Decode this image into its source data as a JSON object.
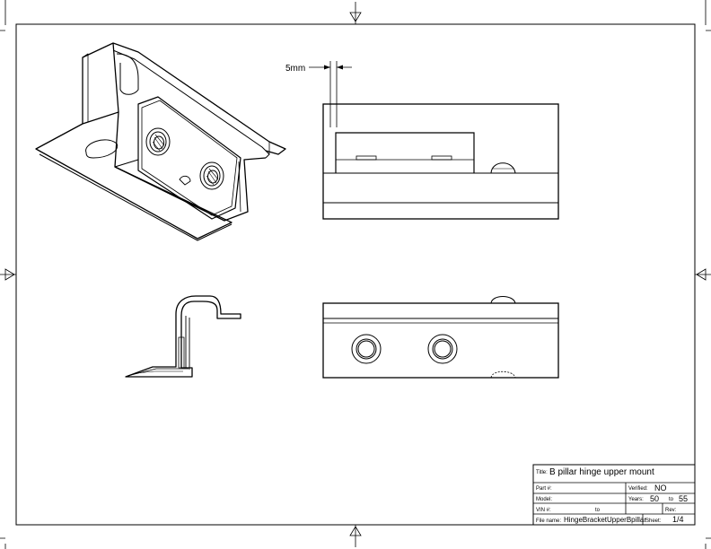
{
  "dimension": {
    "label": "5mm"
  },
  "title_block": {
    "title_label": "Title:",
    "title_value": "B pillar hinge upper mount",
    "part_label": "Part #:",
    "part_value": "",
    "verified_label": "Verified:",
    "verified_value": "NO",
    "model_label": "Model:",
    "model_value": "",
    "years_label": "Years:",
    "years_from": "50",
    "years_to_label": "to",
    "years_to": "55",
    "vin_label": "VIN #:",
    "vin_to_label": "to",
    "rev_label": "Rev:",
    "rev_value": "",
    "filename_label": "File name:",
    "filename_value": "HingeBracketUpperBpillar",
    "sheet_label": "Sheet:",
    "sheet_value": "1/4"
  }
}
